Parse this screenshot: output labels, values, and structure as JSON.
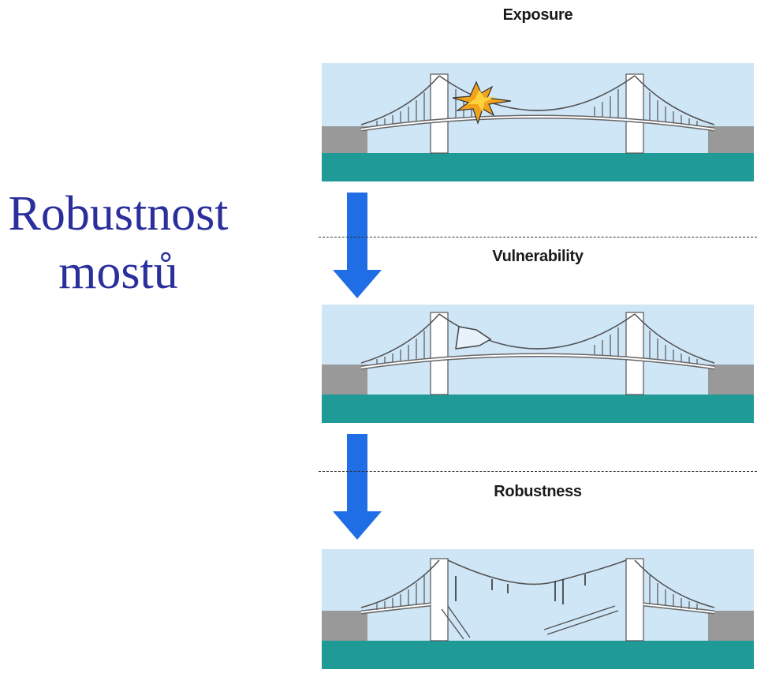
{
  "slide": {
    "title_line_1": "Robustnost",
    "title_line_2": "mostů"
  },
  "stages": [
    {
      "label": "Exposure",
      "state": "impact"
    },
    {
      "label": "Vulnerability",
      "state": "damaged"
    },
    {
      "label": "Robustness",
      "state": "collapsed"
    }
  ],
  "colors": {
    "title": "#2b2f9c",
    "sky": "#cfe6f7",
    "water": "#1f9a96",
    "pier": "#999999",
    "arrow": "#1f6ee6",
    "impact_star": "#f2a31c"
  }
}
